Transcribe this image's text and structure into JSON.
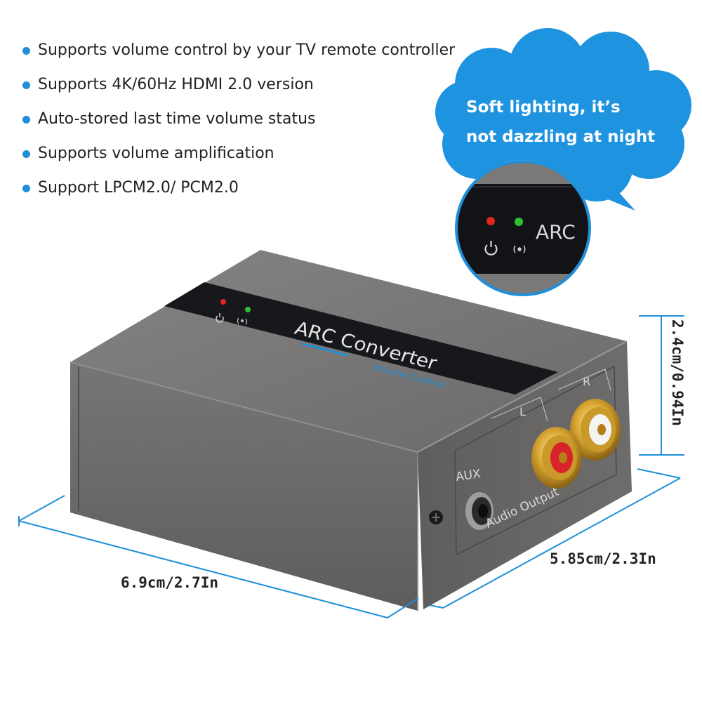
{
  "features": [
    "Supports volume control by your TV remote controller",
    "Supports 4K/60Hz HDMI 2.0 version",
    "Auto-stored last time volume status",
    "Supports volume amplification",
    "Support LPCM2.0/ PCM2.0"
  ],
  "bubble": {
    "line1": "Soft lighting, it’s",
    "line2": "not dazzling at night"
  },
  "zoom_label": "ARC",
  "device": {
    "brand_label": "ARC Converter",
    "sub_label": "Volume Control",
    "aux_label": "AUX",
    "output_label": "Audio Output",
    "left_label": "L",
    "right_label": "R"
  },
  "dimensions": {
    "width": "6.9cm/2.7In",
    "depth": "5.85cm/2.3In",
    "height": "2.4cm/0.94In"
  },
  "colors": {
    "accent": "#1e8fd8",
    "bubble": "#1e93e0",
    "device_body": "#6e6d6b",
    "led_red": "#e0241e",
    "led_green": "#2ec22e"
  }
}
